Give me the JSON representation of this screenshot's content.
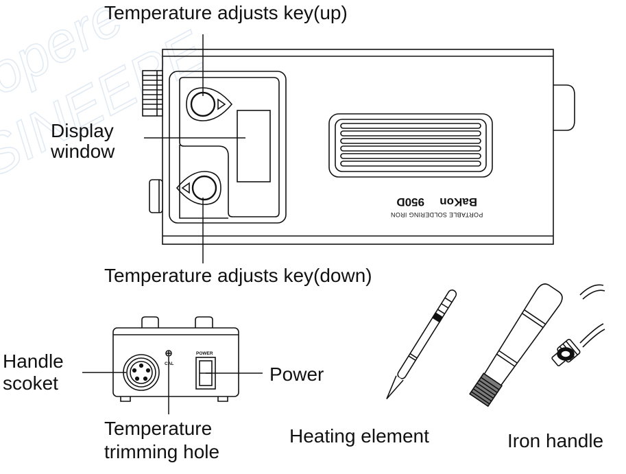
{
  "labels": {
    "key_up": "Temperature adjusts key(up)",
    "display_line1": "Display",
    "display_line2": "window",
    "key_down": "Temperature adjusts key(down)",
    "handle_socket_line1": "Handle",
    "handle_socket_line2": "scoket",
    "power": "Power",
    "trimming_line1": "Temperature",
    "trimming_line2": "trimming hole",
    "heating_element": "Heating element",
    "iron_handle": "Iron handle"
  },
  "device": {
    "brand": "BaKon",
    "model": "950D",
    "subtitle": "PORTABLE SOLDERING IRON",
    "cal_label": "CAL",
    "power_switch_label": "POWER"
  },
  "watermark": {
    "line1": "opere",
    "line2": "SINEEPE"
  },
  "colors": {
    "line": "#111111",
    "watermark": "#dfe8f2",
    "background": "#ffffff"
  }
}
